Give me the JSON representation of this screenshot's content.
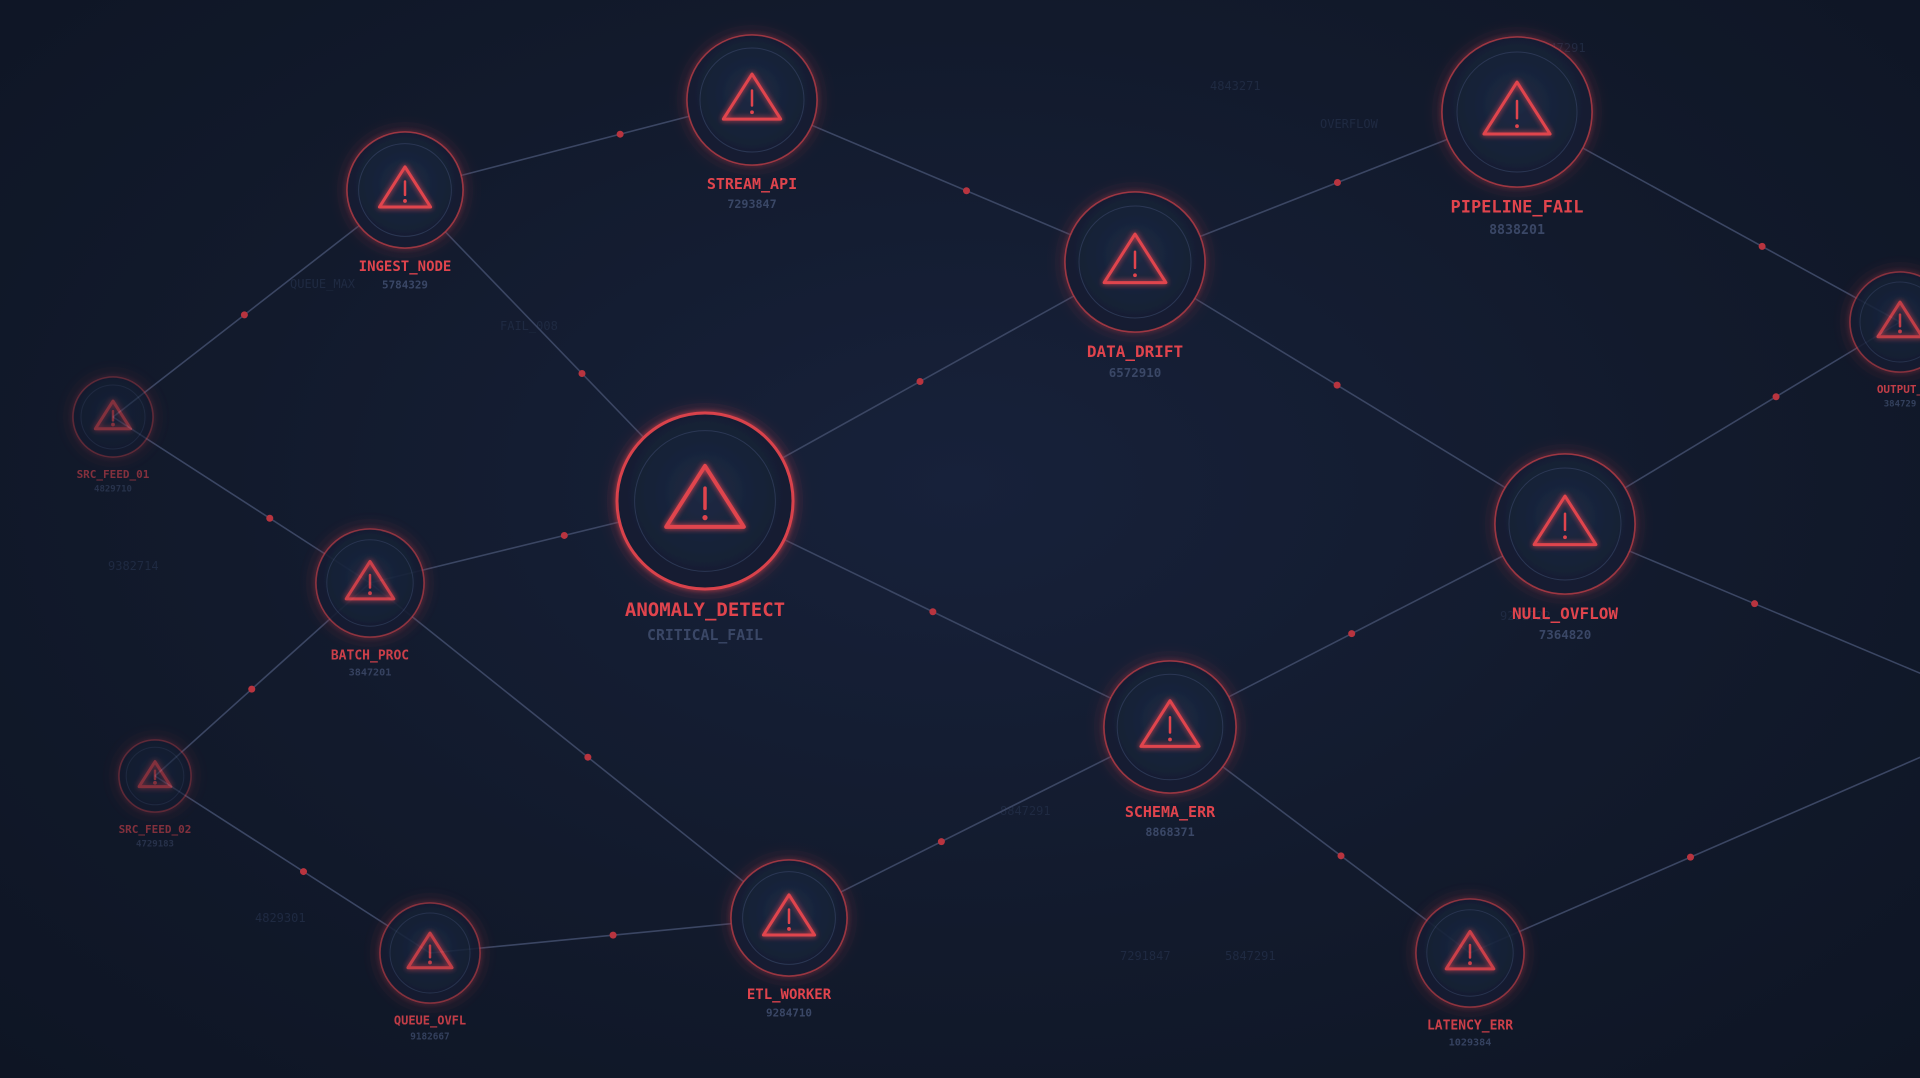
{
  "colors": {
    "background": "#121a2b",
    "alert_red": "#e0444d",
    "node_fill": "#172238",
    "edge": "#3b4663",
    "code_text": "#3a4766"
  },
  "nodes": [
    {
      "id": "ingest",
      "label": "INGEST_NODE",
      "code": "5784329",
      "icon": "warning-triangle-icon"
    },
    {
      "id": "stream",
      "label": "STREAM_API",
      "code": "7293847",
      "icon": "warning-triangle-icon"
    },
    {
      "id": "pipeline",
      "label": "PIPELINE_FAIL",
      "code": "8838201",
      "icon": "warning-triangle-icon"
    },
    {
      "id": "drift",
      "label": "DATA_DRIFT",
      "code": "6572910",
      "icon": "warning-triangle-icon"
    },
    {
      "id": "output",
      "label": "OUTPUT_",
      "code": "384729",
      "icon": "warning-triangle-icon"
    },
    {
      "id": "src1",
      "label": "SRC_FEED_01",
      "code": "4829710",
      "icon": "warning-triangle-icon"
    },
    {
      "id": "anomaly",
      "label": "ANOMALY_DETECT",
      "code": "CRITICAL_FAIL",
      "icon": "warning-triangle-icon"
    },
    {
      "id": "null",
      "label": "NULL_OVFLOW",
      "code": "7364820",
      "icon": "warning-triangle-icon"
    },
    {
      "id": "batch",
      "label": "BATCH_PROC",
      "code": "3847201",
      "icon": "warning-triangle-icon"
    },
    {
      "id": "schema",
      "label": "SCHEMA_ERR",
      "code": "8868371",
      "icon": "warning-triangle-icon"
    },
    {
      "id": "src2",
      "label": "SRC_FEED_02",
      "code": "4729183",
      "icon": "warning-triangle-icon"
    },
    {
      "id": "etl",
      "label": "ETL_WORKER",
      "code": "9284710",
      "icon": "warning-triangle-icon"
    },
    {
      "id": "queue",
      "label": "QUEUE_OVFL",
      "code": "9182667",
      "icon": "warning-triangle-icon"
    },
    {
      "id": "latency",
      "label": "LATENCY_ERR",
      "code": "1029384",
      "icon": "warning-triangle-icon"
    }
  ],
  "edges": [
    [
      "src1",
      "ingest"
    ],
    [
      "ingest",
      "stream"
    ],
    [
      "ingest",
      "anomaly"
    ],
    [
      "stream",
      "drift"
    ],
    [
      "drift",
      "pipeline"
    ],
    [
      "drift",
      "anomaly"
    ],
    [
      "drift",
      "null"
    ],
    [
      "pipeline",
      "output"
    ],
    [
      "src1",
      "batch"
    ],
    [
      "batch",
      "anomaly"
    ],
    [
      "batch",
      "src2"
    ],
    [
      "batch",
      "etl"
    ],
    [
      "anomaly",
      "schema"
    ],
    [
      "schema",
      "null"
    ],
    [
      "null",
      "output"
    ],
    [
      "schema",
      "etl"
    ],
    [
      "schema",
      "latency"
    ],
    [
      "src2",
      "queue"
    ],
    [
      "queue",
      "etl"
    ],
    [
      "null",
      "offscreen_right_mid"
    ],
    [
      "latency",
      "offscreen_right_low"
    ]
  ],
  "background_texts": [
    "QUEUE_MAX",
    "FAIL_008",
    "4843271",
    "OVERFLOW",
    "3847291",
    "8847291",
    "9281722",
    "5847291",
    "4829301",
    "7291847",
    "9382714"
  ]
}
